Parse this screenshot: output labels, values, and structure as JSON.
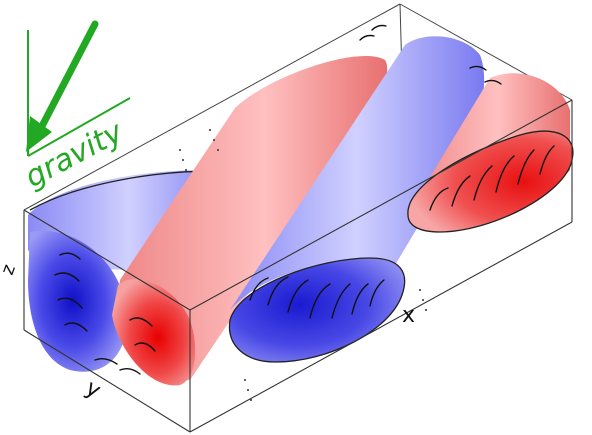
{
  "labels": {
    "gravity": "gravity",
    "x": "x",
    "y": "y",
    "z": "z"
  },
  "colors": {
    "background": "#ffffff",
    "gravity_arrow": "#22a822",
    "red_roll": "#f25a5a",
    "blue_roll": "#6060f5",
    "box_edge": "#333333"
  },
  "icons": {
    "gravity_arrow": "gravity-arrow-icon"
  }
}
